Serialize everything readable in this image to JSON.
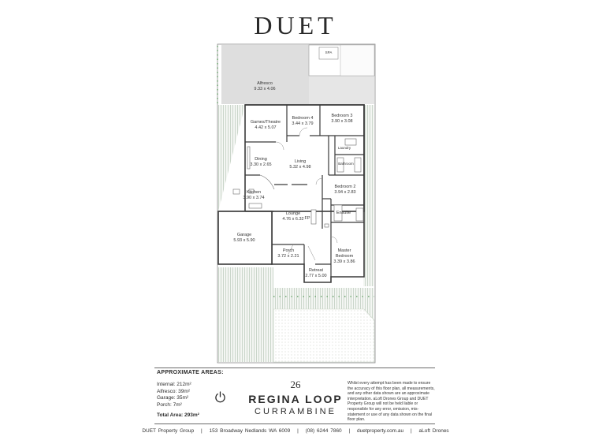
{
  "brand": "DUET",
  "rooms": {
    "spa": "SPA",
    "alfresco": {
      "name": "Alfresco",
      "dims": "9.33 x 4.06"
    },
    "games": {
      "name": "Games/Theatre",
      "dims": "4.42 x 5.07"
    },
    "bedroom4": {
      "name": "Bedroom 4",
      "dims": "3.44 x 3.79"
    },
    "bedroom3": {
      "name": "Bedroom 3",
      "dims": "3.90 x 3.08"
    },
    "laundry": "Laundry",
    "bathroom": "Bathroom",
    "dining": {
      "name": "Dining",
      "dims": "3.30 x 2.65"
    },
    "living": {
      "name": "Living",
      "dims": "5.32 x 4.98"
    },
    "bedroom2": {
      "name": "Bedroom 2",
      "dims": "3.94 x 2.83"
    },
    "kitchen": {
      "name": "Kitchen",
      "dims": "3.90 x 3.74"
    },
    "ensuite": "Ensuite",
    "lounge": {
      "name": "Lounge",
      "dims": "4.76 x 6.32"
    },
    "fp": "FP",
    "garage": {
      "name": "Garage",
      "dims": "5.93 x 5.90"
    },
    "porch": {
      "name": "Porch",
      "dims": "3.72 x 2.21"
    },
    "master": {
      "name1": "Master",
      "name2": "Bedroom",
      "dims": "3.39 x 3.86"
    },
    "retreat": {
      "name": "Retreat",
      "dims": "2.77 x 5.00"
    }
  },
  "areas": {
    "title": "APPROXIMATE AREAS:",
    "internal": "Internal: 212m²",
    "alfresco": "Alfresco: 39m²",
    "garage": "Garage: 35m²",
    "porch": "Porch: 7m²",
    "total": "Total Area: 293m²"
  },
  "address": {
    "number": "26",
    "street": "REGINA LOOP",
    "suburb": "CURRAMBINE"
  },
  "disclaimer": "Whilst every attempt has been made to ensure the accuracy of this floor plan, all measurements, and any other data shown are an approximate interpretation. aLoft Drones Group and DUET Property Group will not be held liable or responsible for any error, omission, mis-statement or use of any data shown on the final floor plan.",
  "footer": {
    "company": "DUET Property Group",
    "sep": "|",
    "address": "153 Broadway Nedlands WA 6009",
    "phone": "(08) 6244 7860",
    "website": "duetproperty.com.au",
    "credit": "aLoft Drones"
  }
}
